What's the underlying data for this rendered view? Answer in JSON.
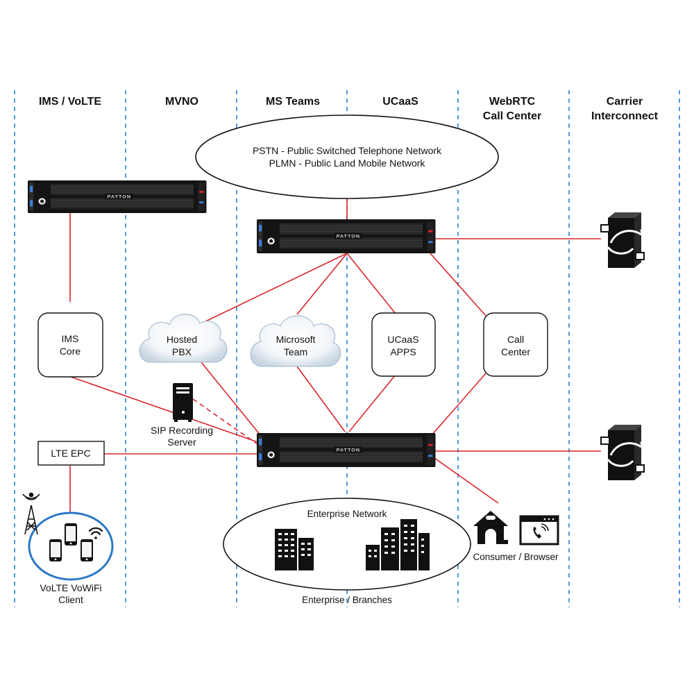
{
  "columns": {
    "ims_volte": "IMS / VoLTE",
    "mvno": "MVNO",
    "ms_teams": "MS Teams",
    "ucaas": "UCaaS",
    "webrtc_line1": "WebRTC",
    "webrtc_line2": "Call Center",
    "carrier_line1": "Carrier",
    "carrier_line2": "Interconnect"
  },
  "network": {
    "pstn": "PSTN - Public Switched Telephone Network",
    "plmn": "PLMN - Public Land Mobile Network"
  },
  "server_brand": "PATTON",
  "nodes": {
    "ims_core_line1": "IMS",
    "ims_core_line2": "Core",
    "hosted_pbx_line1": "Hosted",
    "hosted_pbx_line2": "PBX",
    "ms_team_line1": "Microsoft",
    "ms_team_line2": "Team",
    "ucaas_apps_line1": "UCaaS",
    "ucaas_apps_line2": "APPS",
    "call_center_line1": "Call",
    "call_center_line2": "Center",
    "sip_rec_line1": "SIP Recording",
    "sip_rec_line2": "Server",
    "lte_epc": "LTE EPC",
    "volte_line1": "VoLTE VoWiFi",
    "volte_line2": "Client",
    "enterprise_network": "Enterprise Network",
    "enterprise_branches": "Enterprise / Branches",
    "consumer_browser": "Consumer / Browser"
  },
  "colors": {
    "link": "#d9252c",
    "divider": "#2a7ed0",
    "mobile_ring": "#2a78c8",
    "server": "#151515"
  }
}
